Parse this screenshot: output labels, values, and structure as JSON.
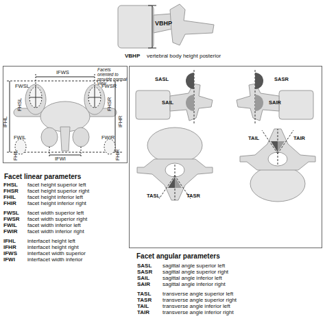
{
  "diagram": {
    "nodes": [
      {
        "text": [
          "Facet linear parameters"
        ]
      },
      {
        "text": [
          "Facet angular parameters"
        ]
      }
    ],
    "labels": [
      "VBHP",
      "VBHP",
      "vertebral body height posterior",
      "Facets oriented to provide normal view",
      "IFWS",
      "FWSL",
      "FWSR",
      "FHSL",
      "FHSR",
      "IFHL",
      "IFHR",
      "IFWI",
      "FWIL",
      "FWIR",
      "FHIL",
      "FHIR",
      "SASL",
      "SAIL",
      "SASR",
      "SAIR",
      "TASL",
      "TASR",
      "TAIL",
      "TAIR",
      "FHSL",
      "facet height superior left",
      "FHSR",
      "facet height superior right",
      "FHIL",
      "facet height inferior left",
      "FHIR",
      "facet height inferior right",
      "FWSL",
      "facet width superior left",
      "FWSR",
      "facet width superior right",
      "FWIL",
      "facet width inferior left",
      "FWIR",
      "facet width inferior right",
      "IFHL",
      "interfacet height left",
      "IFHR",
      "interfacet height right",
      "IFWS",
      "interfacet width superior",
      "IFWI",
      "interfacet width inferior",
      "SASL",
      "sagittal angle superior left",
      "SASR",
      "sagittal angle superior right",
      "SAIL",
      "sagittal angle inferior left",
      "SAIR",
      "sagittal angle inferior right",
      "TASL",
      "transverse angle superior left",
      "TASR",
      "transverse angle superior right",
      "TAIL",
      "transverse angle inferior left",
      "TAIR",
      "transverse angle inferior right"
    ]
  }
}
